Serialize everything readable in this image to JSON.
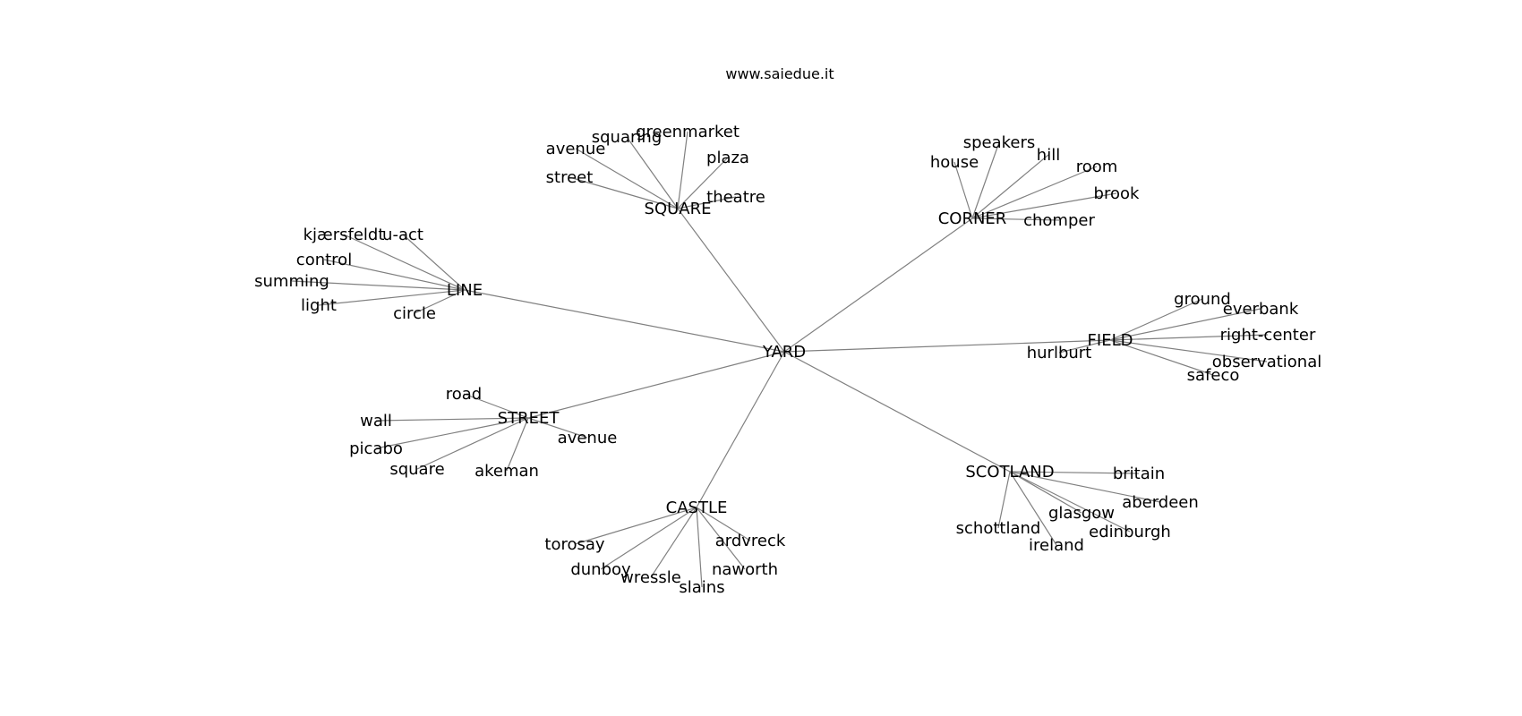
{
  "source_label": "www.saiedue.it",
  "center": "YARD",
  "hubs": [
    {
      "id": "square",
      "label": "SQUARE",
      "leaves": [
        "avenue",
        "squaring",
        "greenmarket",
        "plaza",
        "street",
        "theatre"
      ]
    },
    {
      "id": "corner",
      "label": "CORNER",
      "leaves": [
        "house",
        "speakers",
        "hill",
        "room",
        "brook",
        "chomper"
      ]
    },
    {
      "id": "line",
      "label": "LINE",
      "leaves": [
        "kjærsfeldt",
        "u-act",
        "control",
        "summing",
        "light",
        "circle"
      ]
    },
    {
      "id": "field",
      "label": "FIELD",
      "leaves": [
        "ground",
        "everbank",
        "right-center",
        "hurlburt",
        "observational",
        "safeco"
      ]
    },
    {
      "id": "street",
      "label": "STREET",
      "leaves": [
        "road",
        "wall",
        "avenue",
        "picabo",
        "square",
        "akeman"
      ]
    },
    {
      "id": "scotland",
      "label": "SCOTLAND",
      "leaves": [
        "britain",
        "aberdeen",
        "glasgow",
        "edinburgh",
        "schottland",
        "ireland"
      ]
    },
    {
      "id": "castle",
      "label": "CASTLE",
      "leaves": [
        "ardvreck",
        "torosay",
        "naworth",
        "dunboy",
        "wressle",
        "slains"
      ]
    }
  ]
}
